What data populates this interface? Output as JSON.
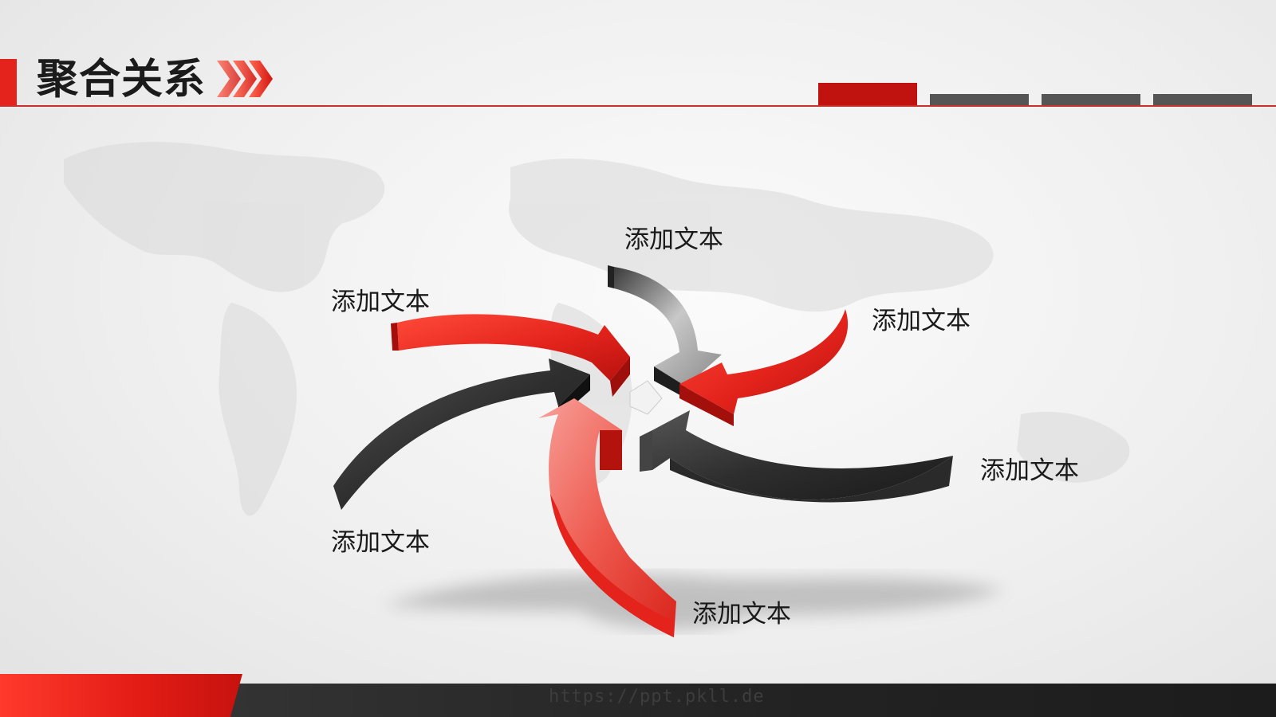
{
  "header": {
    "title": "聚合关系",
    "chevron_icon": "triple-chevron-right-icon",
    "progress_segments": [
      {
        "state": "active",
        "color": "#c0120f"
      },
      {
        "state": "inactive",
        "color": "#555555"
      },
      {
        "state": "inactive",
        "color": "#555555"
      },
      {
        "state": "inactive",
        "color": "#555555"
      }
    ]
  },
  "diagram": {
    "type": "converging-arrows",
    "arrow_count": 6,
    "arrow_colors": [
      "#e3231c",
      "#3a3a3a"
    ],
    "labels": {
      "top": "添加文本",
      "upper_left": "添加文本",
      "upper_right": "添加文本",
      "lower_right": "添加文本",
      "lower_left": "添加文本",
      "bottom": "添加文本"
    }
  },
  "footer": {
    "watermark": "https://ppt.pkll.de"
  },
  "colors": {
    "accent_red": "#e3231c",
    "dark_gray": "#2a2a2a",
    "background": "#efefef"
  }
}
